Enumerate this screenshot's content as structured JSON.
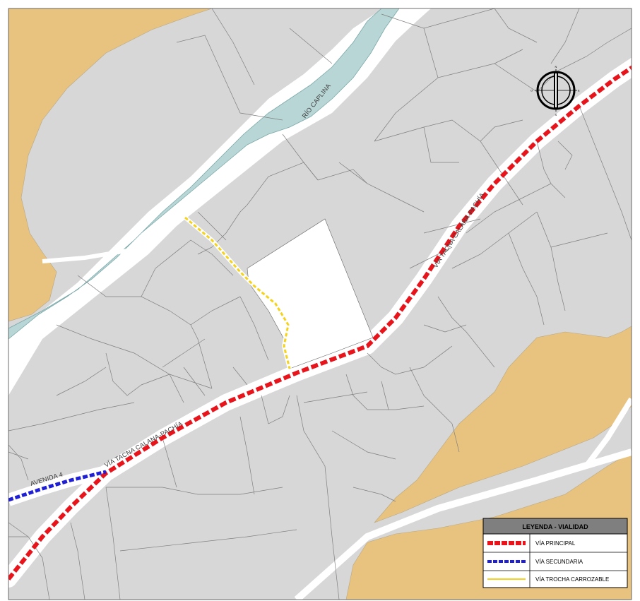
{
  "map": {
    "labels": {
      "river": "RÍO CAPLINA",
      "road_main_upper": "VÍA TACNA CALANA-PACHÍA",
      "road_main_lower": "VÍA TACNA CALANA-PACHÍA",
      "road_secondary": "AVENIDA 4"
    },
    "compass": {
      "north": "N",
      "south": "S",
      "east": "E",
      "west": "O"
    },
    "colors": {
      "parcel_fill": "#d7d7d7",
      "parcel_stroke": "#8a8a8a",
      "hill_fill": "#e8c37f",
      "river_fill": "#b9d6d6",
      "road_fill": "#ffffff",
      "road_principal": "#e8141c",
      "road_secondary": "#1f1fd6",
      "road_trocha": "#f5d31d",
      "legend_header": "#7f7f7f"
    }
  },
  "legend": {
    "title": "LEYENDA - VIALIDAD",
    "items": [
      {
        "label": "VÍA PRINCIPAL",
        "type": "principal"
      },
      {
        "label": "VÍA SECUNDARIA",
        "type": "secundaria"
      },
      {
        "label": "VÍA TROCHA CARROZABLE",
        "type": "trocha"
      }
    ]
  }
}
